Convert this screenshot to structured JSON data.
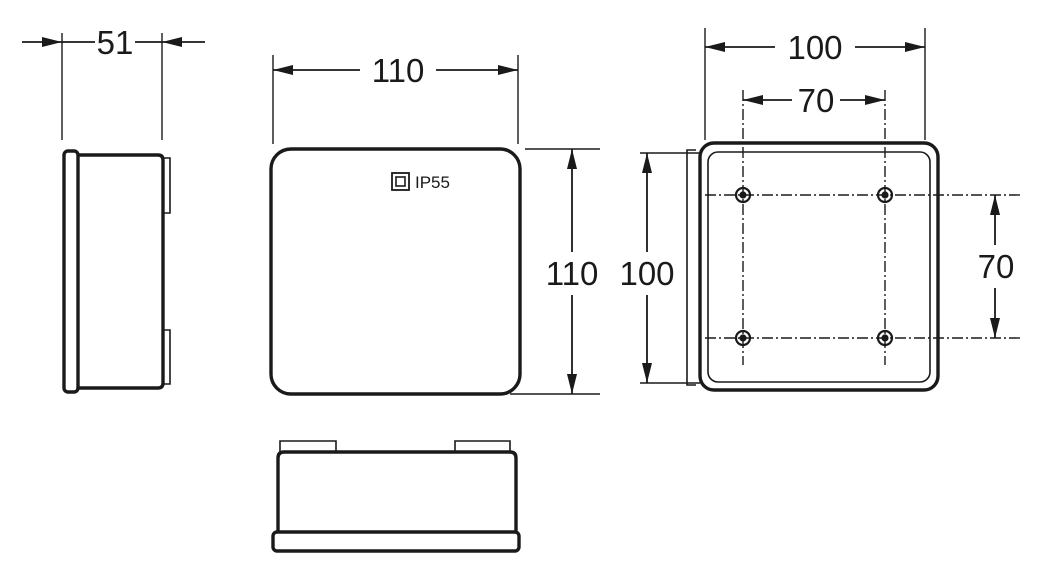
{
  "dimensions": {
    "side_depth": "51",
    "front_width": "110",
    "front_height": "110",
    "back_width": "100",
    "back_height": "100",
    "hole_spacing_horizontal": "70",
    "hole_spacing_vertical": "70"
  },
  "rating_label": "IP55",
  "colors": {
    "line": "#1a1a1a",
    "background": "#ffffff"
  }
}
